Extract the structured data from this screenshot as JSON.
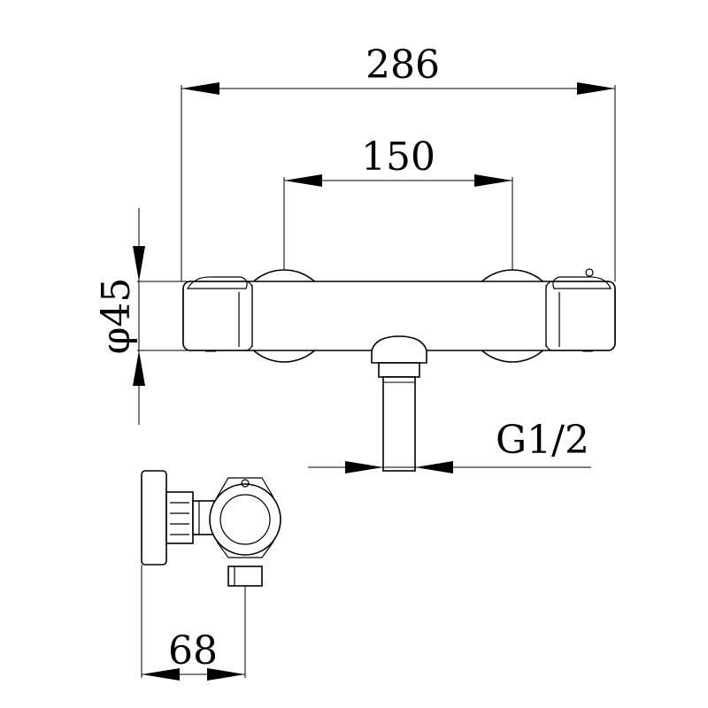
{
  "dimensions": {
    "overall_width": "286",
    "inlet_spacing": "150",
    "body_diameter": "φ45",
    "outlet_thread": "G1/2",
    "wall_depth": "68"
  },
  "colors": {
    "line": "#000000",
    "background": "#ffffff"
  }
}
